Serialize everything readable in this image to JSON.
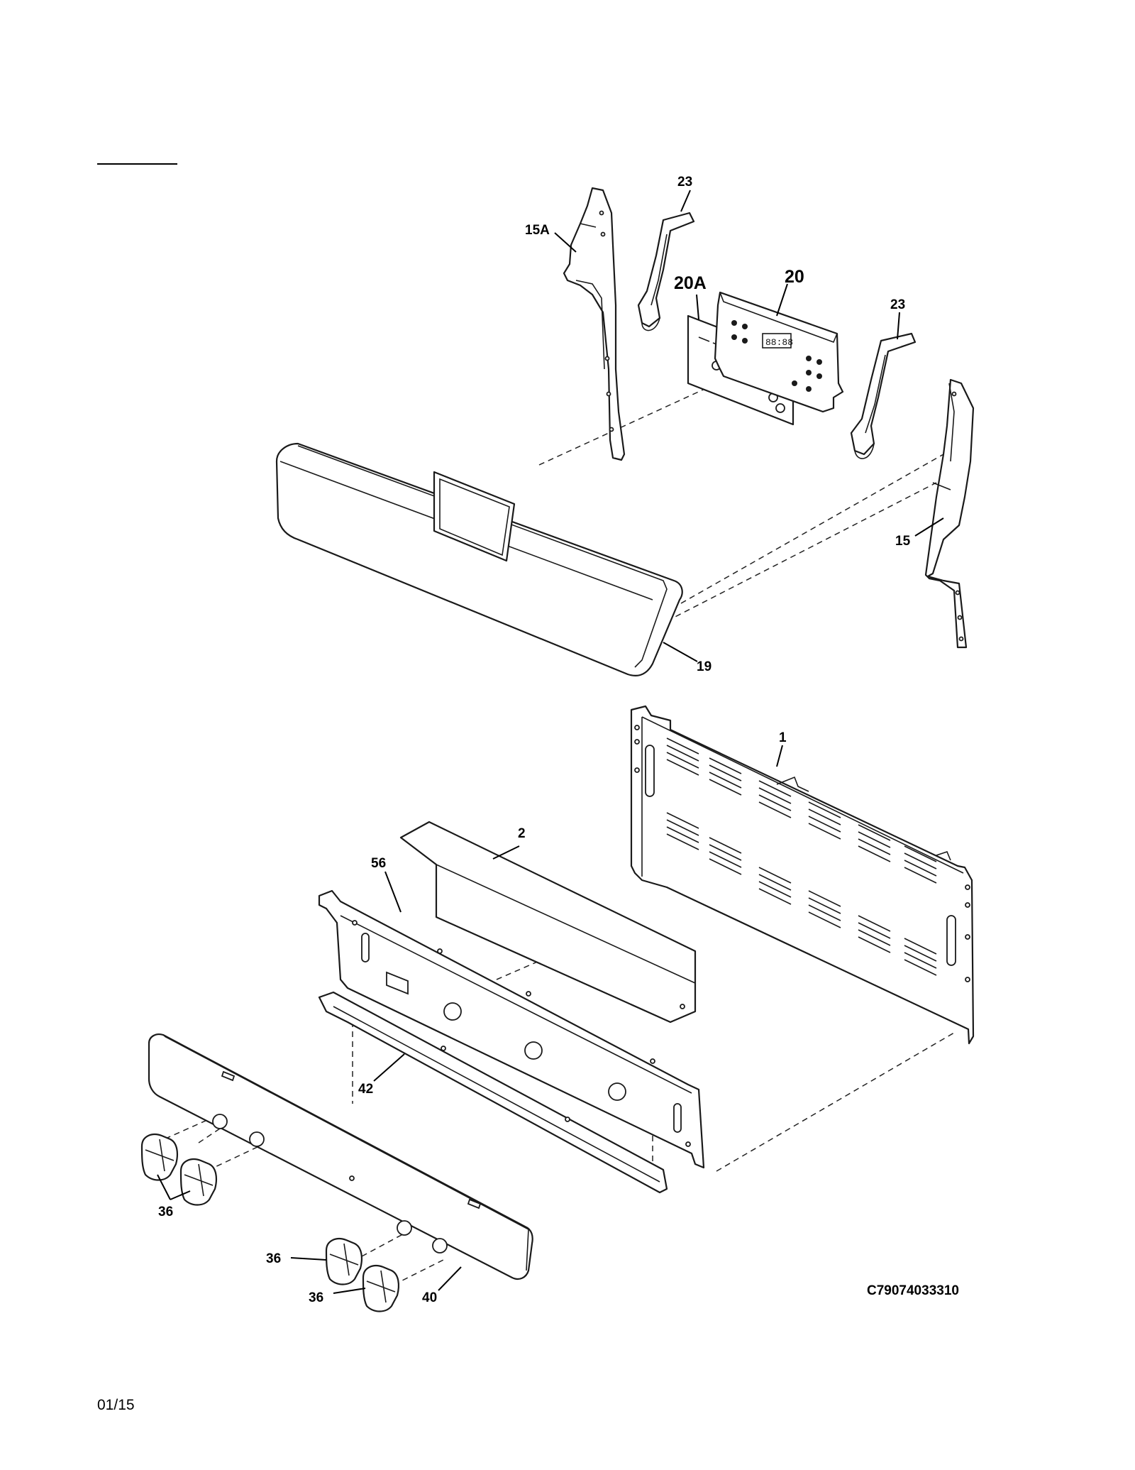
{
  "diagram_code": "C79074033310",
  "revision_date": "01/15",
  "callouts": {
    "c15A": "15A",
    "c23a": "23",
    "c20A": "20A",
    "c20": "20",
    "c23b": "23",
    "c15": "15",
    "c19": "19",
    "c1": "1",
    "c2": "2",
    "c56": "56",
    "c42": "42",
    "c36a": "36",
    "c36b": "36",
    "c36c": "36",
    "c40": "40"
  }
}
